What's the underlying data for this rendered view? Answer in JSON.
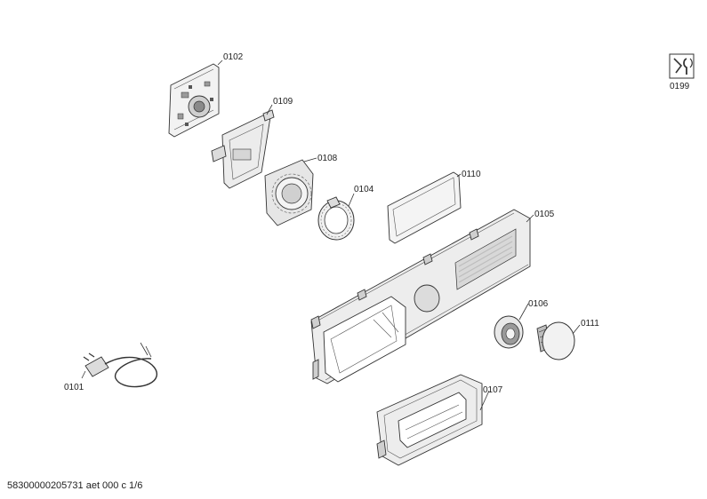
{
  "callouts": {
    "c0101": "0101",
    "c0102": "0102",
    "c0104": "0104",
    "c0105": "0105",
    "c0106": "0106",
    "c0107": "0107",
    "c0108": "0108",
    "c0109": "0109",
    "c0110": "0110",
    "c0111": "0111",
    "c0199": "0199"
  },
  "footer": {
    "doc_id": "58300000205731 aet 000 c 1/6"
  }
}
